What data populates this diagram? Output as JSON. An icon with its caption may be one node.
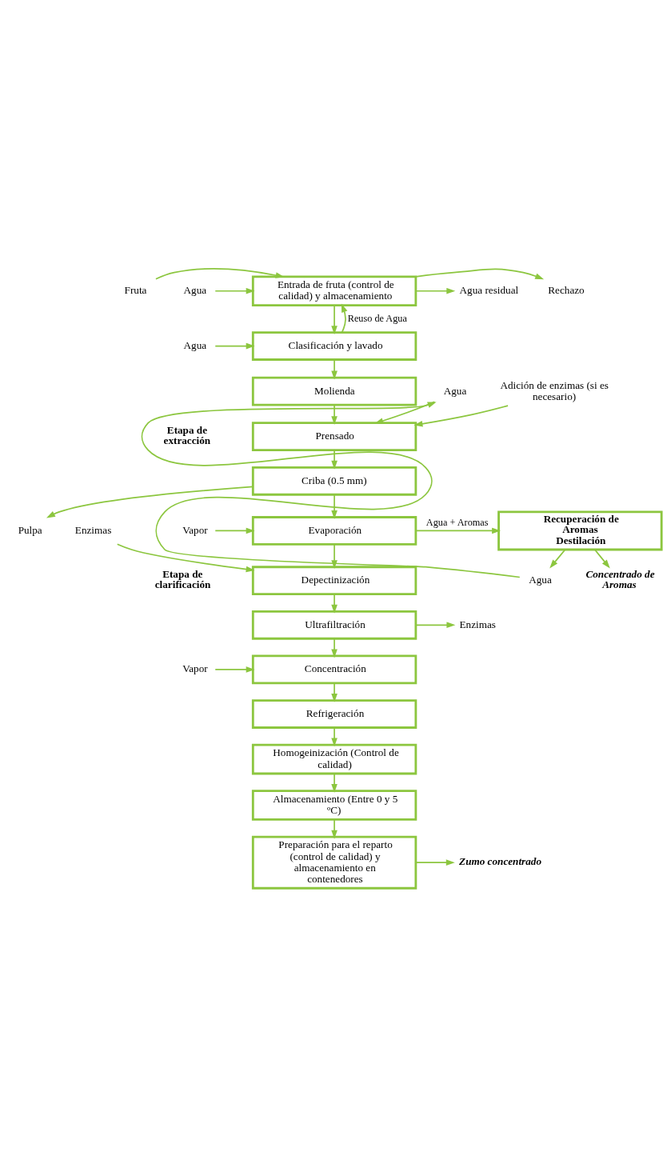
{
  "diagram": {
    "nodes": [
      {
        "text": [
          "Entrada de fruta (control de calidad) y almacenamiento"
        ]
      },
      {
        "text": [
          "Clasificación y lavado"
        ]
      },
      {
        "text": [
          "Molienda"
        ]
      },
      {
        "text": [
          "Prensado"
        ]
      },
      {
        "text": [
          "Criba (0.5 mm)"
        ]
      },
      {
        "text": [
          "Evaporación"
        ]
      },
      {
        "text": [
          "Recuperación de Aromas Destilación"
        ]
      },
      {
        "text": [
          "Depectinización"
        ]
      },
      {
        "text": [
          "Ultrafiltración"
        ]
      },
      {
        "text": [
          "Concentración"
        ]
      },
      {
        "text": [
          "Refrigeración"
        ]
      },
      {
        "text": [
          "Homogeinización (Control de calidad)"
        ]
      },
      {
        "text": [
          "Almacenamiento (Entre 0 y 5 ºC)"
        ]
      },
      {
        "text": [
          "Preparación para el reparto (control de calidad) y almacenamiento en contenedores"
        ]
      },
      {
        "text": [
          "Fruta"
        ]
      },
      {
        "text": [
          "Agua"
        ]
      },
      {
        "text": [
          "Rechazo"
        ]
      },
      {
        "text": [
          "Agua residual"
        ]
      },
      {
        "text": [
          "Agua"
        ]
      },
      {
        "text": [
          "Adición de enzimas (si es necesario)"
        ]
      },
      {
        "text": [
          "Agua"
        ]
      },
      {
        "text": [
          "Pulpa"
        ]
      },
      {
        "text": [
          "Vapor"
        ]
      },
      {
        "text": [
          "Enzimas"
        ]
      },
      {
        "text": [
          "Concentrado de Aromas"
        ]
      },
      {
        "text": [
          "Agua"
        ]
      },
      {
        "text": [
          "Enzimas"
        ]
      },
      {
        "text": [
          "Vapor"
        ]
      },
      {
        "text": [
          "Zumo concentrado"
        ]
      }
    ],
    "edges": [
      {
        "from": 14,
        "to": 0,
        "arrow": "to"
      },
      {
        "from": 15,
        "to": 0,
        "arrow": "to"
      },
      {
        "from": 0,
        "to": 16,
        "arrow": "to"
      },
      {
        "from": 0,
        "to": 17,
        "arrow": "to"
      },
      {
        "from": 1,
        "to": 0,
        "arrow": "to",
        "label": "Reuso de Agua"
      },
      {
        "from": 0,
        "to": 1,
        "arrow": "to"
      },
      {
        "from": 18,
        "to": 1,
        "arrow": "to"
      },
      {
        "from": 1,
        "to": 2,
        "arrow": "to"
      },
      {
        "from": 2,
        "to": 3,
        "arrow": "to"
      },
      {
        "from": 19,
        "to": 3,
        "arrow": "to"
      },
      {
        "from": 20,
        "to": 3,
        "arrow": "to"
      },
      {
        "from": 3,
        "to": 4,
        "arrow": "to"
      },
      {
        "from": 4,
        "to": 21,
        "arrow": "to"
      },
      {
        "from": 4,
        "to": 5,
        "arrow": "to"
      },
      {
        "from": 22,
        "to": 5,
        "arrow": "to"
      },
      {
        "from": 5,
        "to": 6,
        "arrow": "to",
        "label": "Agua + Aromas"
      },
      {
        "from": 6,
        "to": 24,
        "arrow": "to"
      },
      {
        "from": 6,
        "to": 25,
        "arrow": "to"
      },
      {
        "from": 25,
        "to": 20,
        "arrow": "to"
      },
      {
        "from": 5,
        "to": 7,
        "arrow": "to"
      },
      {
        "from": 23,
        "to": 7,
        "arrow": "to"
      },
      {
        "from": 7,
        "to": 8,
        "arrow": "to"
      },
      {
        "from": 8,
        "to": 26,
        "arrow": "to"
      },
      {
        "from": 8,
        "to": 9,
        "arrow": "to"
      },
      {
        "from": 27,
        "to": 9,
        "arrow": "to"
      },
      {
        "from": 9,
        "to": 10,
        "arrow": "to"
      },
      {
        "from": 10,
        "to": 11,
        "arrow": "to"
      },
      {
        "from": 11,
        "to": 12,
        "arrow": "to"
      },
      {
        "from": 12,
        "to": 13,
        "arrow": "to"
      },
      {
        "from": 13,
        "to": 28,
        "arrow": "to"
      }
    ],
    "labels": [
      "Etapa de extracción",
      "Etapa de clarificación"
    ]
  }
}
